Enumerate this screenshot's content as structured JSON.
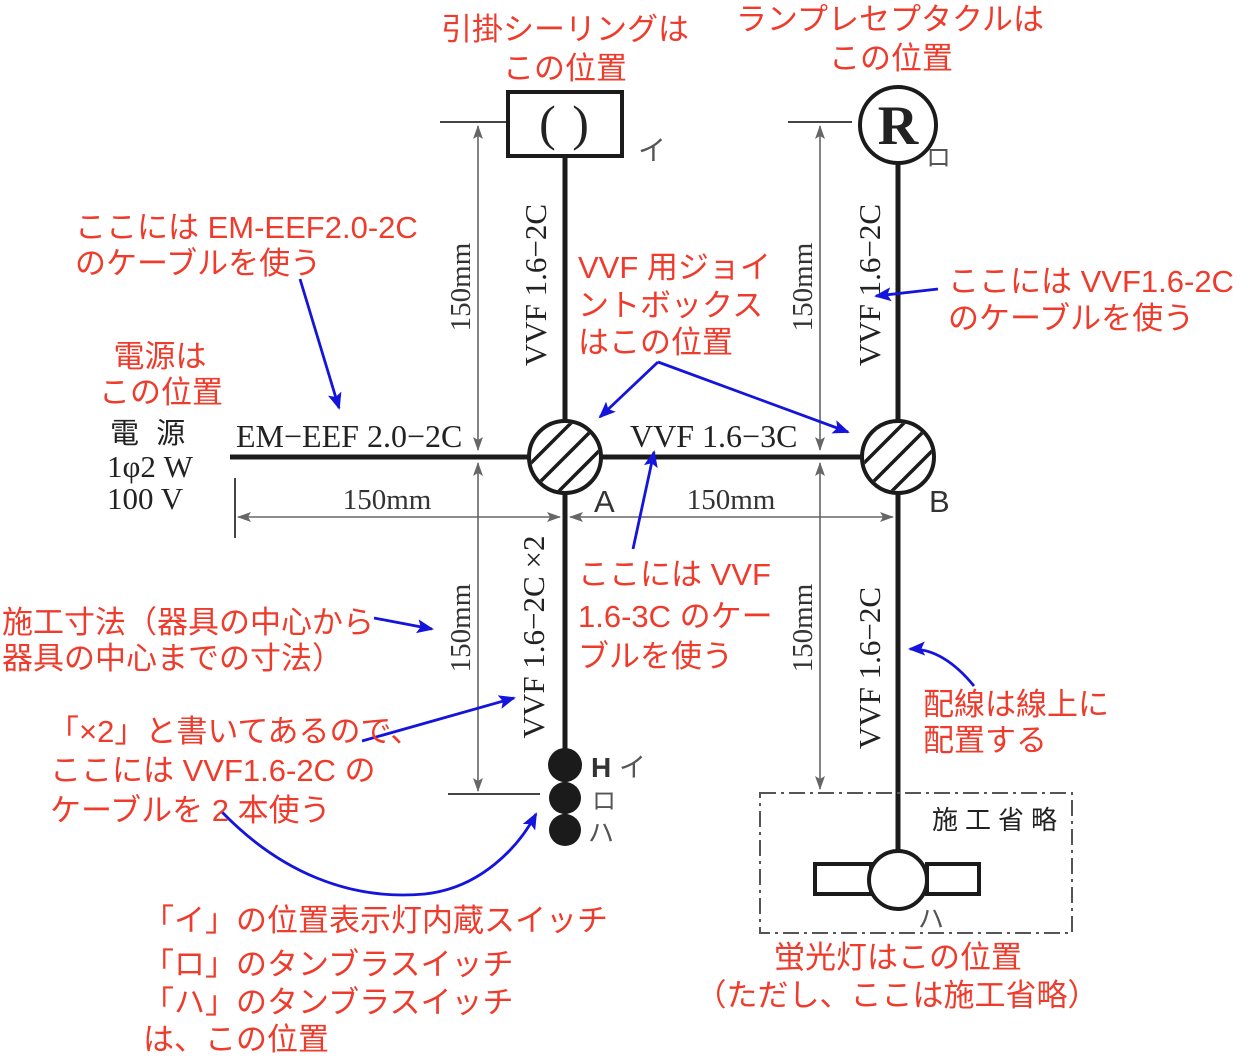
{
  "colors": {
    "annotation_red": "#ee3b2c",
    "arrow_blue": "#1414dd",
    "wire_black": "#1b1b1b",
    "dimension_gray": "#666666"
  },
  "power_source": {
    "line1": "電 源",
    "line2": "1φ2 W",
    "line3": "100 V"
  },
  "cable_labels": {
    "em_eef": "EM−EEF 2.0−2C",
    "vvf_3c": "VVF 1.6−3C",
    "vvf_2c_top_left": "VVF 1.6−2C",
    "vvf_2c_top_right": "VVF 1.6−2C",
    "vvf_2c_bottom_left": "VVF 1.6−2C ×2",
    "vvf_2c_bottom_right": "VVF 1.6−2C"
  },
  "dimensions": {
    "top_left": "150mm",
    "top_right": "150mm",
    "bottom_left": "150mm",
    "bottom_right": "150mm",
    "horizontal_left": "150mm",
    "horizontal_right": "150mm"
  },
  "devices": {
    "ceiling_symbol": "( )",
    "receptacle_letter": "R",
    "joint_box_a": "A",
    "joint_box_b": "B",
    "ceiling_kana": "イ",
    "receptacle_kana": "ロ",
    "switch_h": "H",
    "switch_kana_i": "イ",
    "switch_kana_ro": "ロ",
    "switch_kana_ha": "ハ",
    "fluorescent_kana": "ハ",
    "omission_label": "施工省略"
  },
  "annotations": {
    "ceiling": {
      "lines": [
        "引掛シーリングは",
        "この位置"
      ]
    },
    "receptacle": {
      "lines": [
        "ランプレセプタクルは",
        "この位置"
      ]
    },
    "em_eef_cable": {
      "lines": [
        "ここには EM-EEF2.0-2C",
        "のケーブルを使う"
      ]
    },
    "power": {
      "lines": [
        "電源は",
        "この位置"
      ]
    },
    "joint_box": {
      "lines": [
        "VVF 用ジョイ",
        "ントボックス",
        "はこの位置"
      ]
    },
    "vvf_2c_cable": {
      "lines": [
        "ここには VVF1.6-2C",
        "のケーブルを使う"
      ]
    },
    "dimension_note": {
      "lines": [
        "施工寸法（器具の中心から",
        "器具の中心までの寸法）"
      ]
    },
    "vvf_3c_cable": {
      "lines": [
        "ここには VVF",
        "1.6-3C のケー",
        "ブルを使う"
      ]
    },
    "x2_note": {
      "lines": [
        "「×2」と書いてあるので、",
        "ここには VVF1.6-2C の",
        "ケーブルを 2 本使う"
      ]
    },
    "routing": {
      "lines": [
        "配線は線上に",
        "配置する"
      ]
    },
    "switches": {
      "lines": [
        "「イ」の位置表示灯内蔵スイッチ",
        "「ロ」のタンブラスイッチ",
        "「ハ」のタンブラスイッチ",
        "は、この位置"
      ]
    },
    "fluorescent": {
      "lines": [
        "蛍光灯はこの位置",
        "（ただし、ここは施工省略）"
      ]
    }
  }
}
